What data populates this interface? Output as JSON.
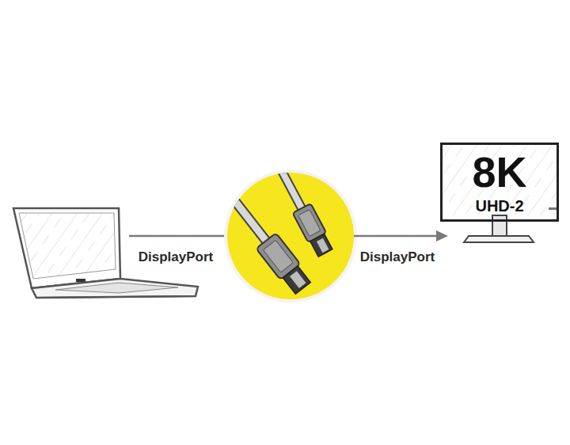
{
  "diagram": {
    "nodes": [
      {
        "text": [
          "8K",
          "UHD-2"
        ]
      }
    ],
    "labels": [
      "DisplayPort",
      "DisplayPort"
    ]
  }
}
